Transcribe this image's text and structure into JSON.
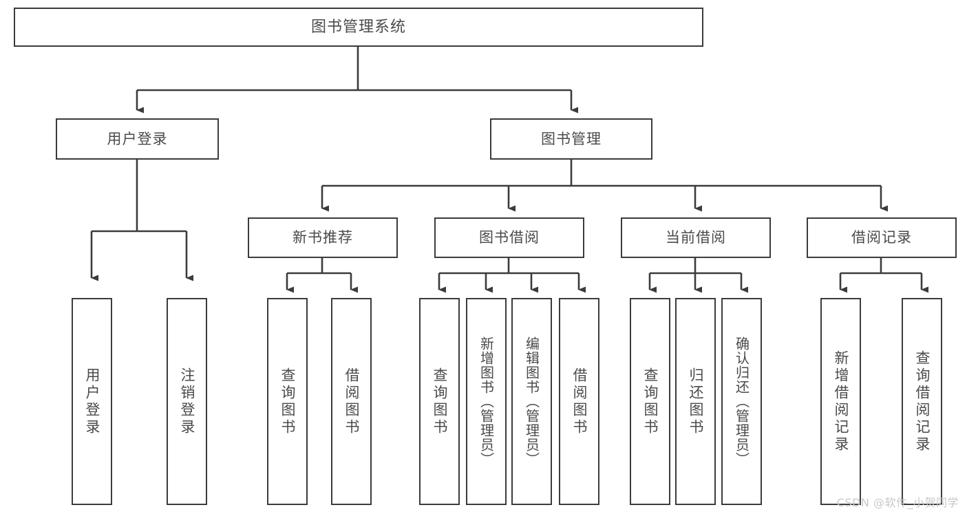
{
  "diagram": {
    "title": "图书管理系统",
    "watermark": "CSDN @软件_小贺同学",
    "stroke_color": "#3b3b3b",
    "text_color": "#4a4a4a",
    "background": "#ffffff",
    "root": {
      "label": "图书管理系统"
    },
    "level1": [
      {
        "label": "用户登录"
      },
      {
        "label": "图书管理"
      }
    ],
    "level2": [
      {
        "label": "新书推荐"
      },
      {
        "label": "图书借阅"
      },
      {
        "label": "当前借阅"
      },
      {
        "label": "借阅记录"
      }
    ],
    "leaves": [
      {
        "label": "用户登录"
      },
      {
        "label": "注销登录"
      },
      {
        "label": "查询图书"
      },
      {
        "label": "借阅图书"
      },
      {
        "label": "查询图书"
      },
      {
        "label": "新增图书（管理员）"
      },
      {
        "label": "编辑图书（管理员）"
      },
      {
        "label": "借阅图书"
      },
      {
        "label": "查询图书"
      },
      {
        "label": "归还图书"
      },
      {
        "label": "确认归还（管理员）"
      },
      {
        "label": "新增借阅记录"
      },
      {
        "label": "查询借阅记录"
      }
    ]
  }
}
